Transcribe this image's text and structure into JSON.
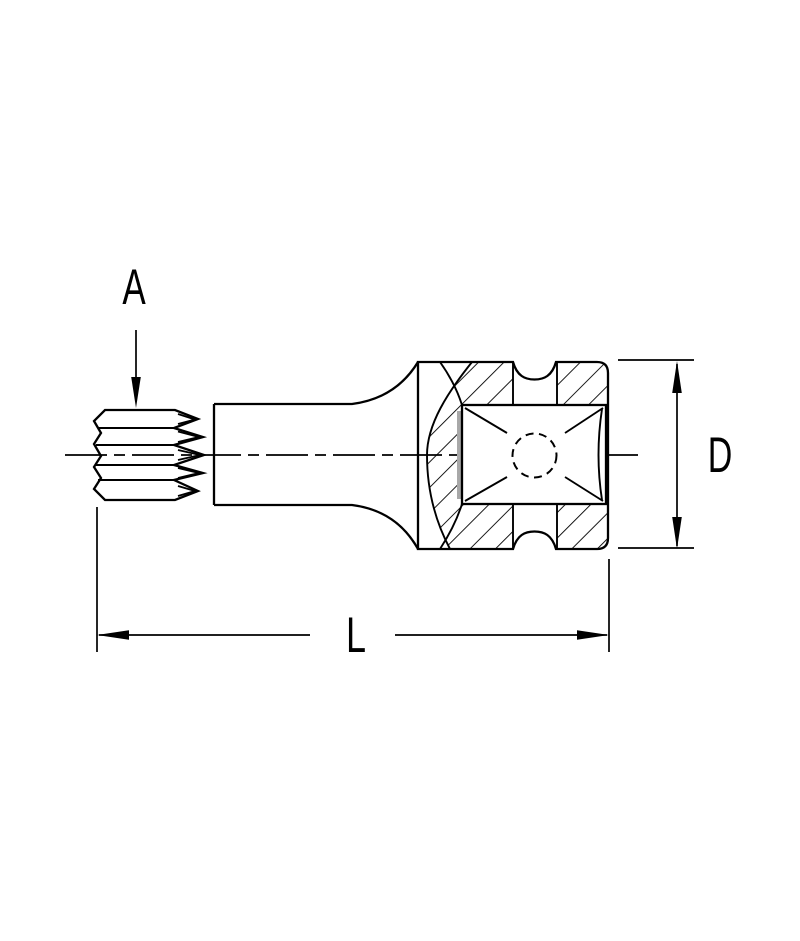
{
  "drawing": {
    "title": "Spline bit socket technical line drawing, side section view",
    "labels": {
      "tip_size": "A",
      "overall_length": "L",
      "outer_diameter": "D"
    },
    "colors": {
      "line": "#000000",
      "background": "#ffffff",
      "edge_shadow": "#a8a8a8"
    }
  }
}
